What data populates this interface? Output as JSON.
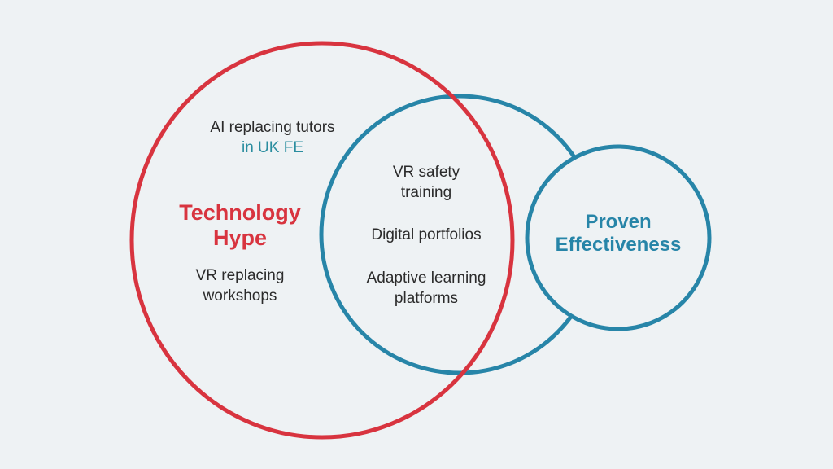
{
  "colors": {
    "background": "#eef2f4",
    "hype_circle": "#d8343f",
    "evidence_circle": "#2785a8",
    "text": "#2b2b2b",
    "accent_teal": "#2a8d9f"
  },
  "hype_circle": {
    "title_line1": "Technology",
    "title_line2": "Hype",
    "items": [
      {
        "line1": "AI replacing tutors",
        "line2": "in UK FE"
      },
      {
        "line1": "VR replacing",
        "line2": "workshops"
      }
    ]
  },
  "overlap": {
    "items": [
      {
        "line1": "VR safety",
        "line2": "training"
      },
      {
        "line1": "Digital portfolios"
      },
      {
        "line1": "Adaptive learning",
        "line2": "platforms"
      }
    ]
  },
  "effectiveness_circle": {
    "title_line1": "Proven",
    "title_line2": "Effectiveness"
  }
}
